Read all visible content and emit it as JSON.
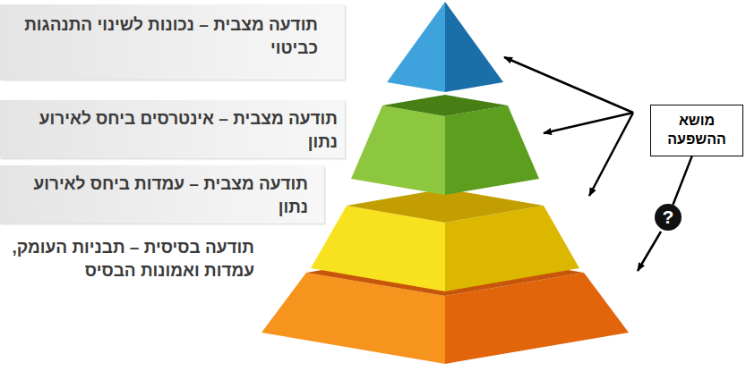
{
  "diagram": {
    "nodes": [
      {
        "text": [
          "תודעה מצבית – נכונות לשינוי התנהגות כביטוי"
        ]
      },
      {
        "text": [
          "תודעה מצבית – אינטרסים ביחס לאירוע נתון"
        ]
      },
      {
        "text": [
          "תודעה מצבית – עמדות ביחס לאירוע נתון"
        ]
      },
      {
        "text": [
          "תודעה בסיסית – תבניות העומק, עמדות ואמונות הבסיס"
        ]
      },
      {
        "text": [
          "מושא ההשפעה"
        ]
      },
      {
        "text": [
          "?"
        ]
      }
    ],
    "edges": [
      {
        "from": 4,
        "to": 5,
        "arrow": "none"
      }
    ]
  }
}
